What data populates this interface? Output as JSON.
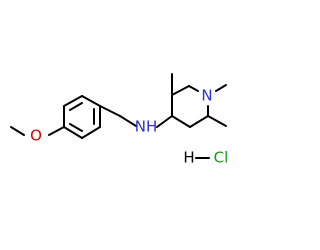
{
  "molecule": {
    "labels": {
      "amine_n": "NH",
      "ring_n": "N",
      "methoxy_o": "O",
      "salt_h": "H",
      "salt_cl": "Cl"
    }
  },
  "colors": {
    "bond": "#000000",
    "nitrogen": "#2f2fd7",
    "oxygen": "#d90000",
    "chlorine": "#169b16",
    "background": "#ffffff"
  }
}
